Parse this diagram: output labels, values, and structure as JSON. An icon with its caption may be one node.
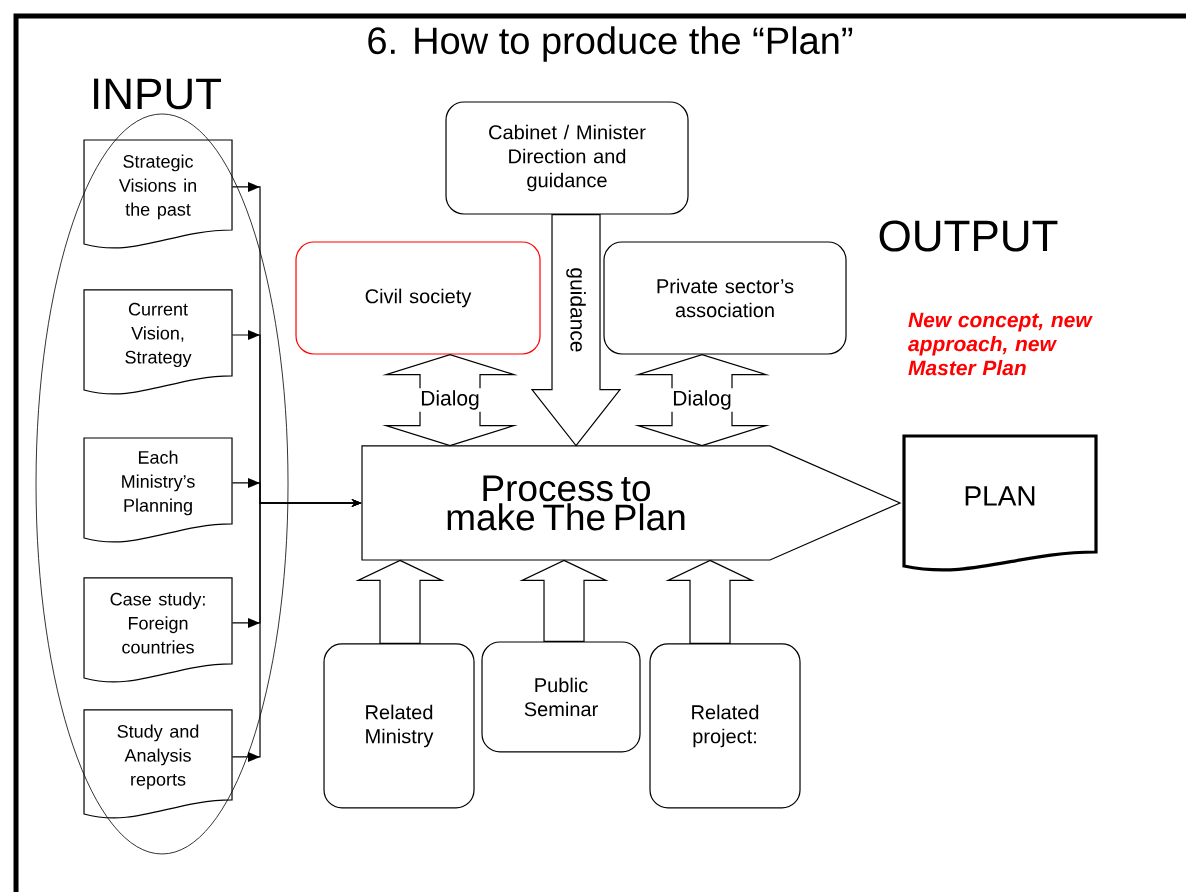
{
  "diagram": {
    "title": "6. How to produce the “Plan”",
    "nodes": [
      {
        "text": [
          "Strategic Visions in the past"
        ]
      },
      {
        "text": [
          "Current Vision, Strategy"
        ]
      },
      {
        "text": [
          "Each Ministry’s Planning"
        ]
      },
      {
        "text": [
          "Case study: Foreign countries"
        ]
      },
      {
        "text": [
          "Study and Analysis reports"
        ]
      },
      {
        "text": [
          "Cabinet / Minister Direction and guidance"
        ]
      },
      {
        "text": [
          "Civil society"
        ]
      },
      {
        "text": [
          "Private sector’s association"
        ]
      },
      {
        "text": [
          "Process to make The Plan"
        ]
      },
      {
        "text": [
          "PLAN"
        ]
      },
      {
        "text": [
          "Related Ministry"
        ]
      },
      {
        "text": [
          "Public Seminar"
        ]
      },
      {
        "text": [
          "Related project:"
        ]
      }
    ],
    "edges": [
      {
        "from": 0,
        "to": 8,
        "arrow": "to"
      },
      {
        "from": 1,
        "to": 8,
        "arrow": "to"
      },
      {
        "from": 2,
        "to": 8,
        "arrow": "to"
      },
      {
        "from": 3,
        "to": 8,
        "arrow": "to"
      },
      {
        "from": 4,
        "to": 8,
        "arrow": "to"
      },
      {
        "from": 5,
        "to": 8,
        "arrow": "to",
        "label": "guidance"
      },
      {
        "from": 6,
        "to": 8,
        "arrow": "both",
        "label": "Dialog"
      },
      {
        "from": 7,
        "to": 8,
        "arrow": "both",
        "label": "Dialog"
      },
      {
        "from": 10,
        "to": 8,
        "arrow": "to"
      },
      {
        "from": 11,
        "to": 8,
        "arrow": "to"
      },
      {
        "from": 12,
        "to": 8,
        "arrow": "to"
      }
    ],
    "labels": [
      "INPUT",
      "OUTPUT",
      "New concept, new approach, new Master Plan"
    ]
  }
}
